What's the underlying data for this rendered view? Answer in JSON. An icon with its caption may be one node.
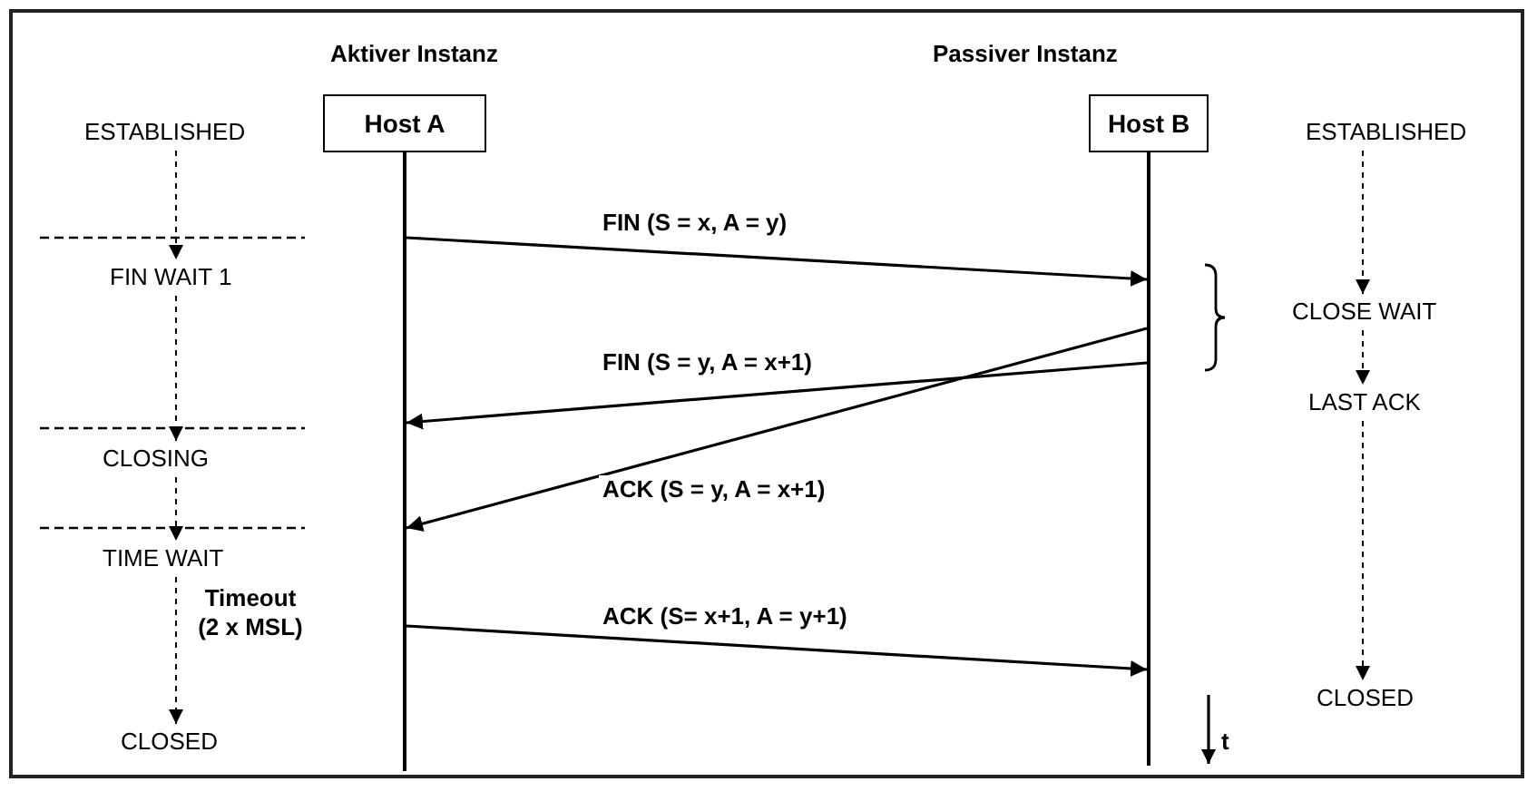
{
  "diagram": {
    "nodes": [
      {
        "text": [
          "Host A"
        ]
      },
      {
        "text": [
          "Host B"
        ]
      },
      {
        "text": [
          "ESTABLISHED"
        ]
      },
      {
        "text": [
          "ESTABLISHED"
        ]
      },
      {
        "text": [
          "FIN WAIT 1"
        ]
      },
      {
        "text": [
          "CLOSE WAIT"
        ]
      },
      {
        "text": [
          "LAST ACK"
        ]
      },
      {
        "text": [
          "CLOSING"
        ]
      },
      {
        "text": [
          "TIME WAIT"
        ]
      },
      {
        "text": [
          "CLOSED"
        ]
      },
      {
        "text": [
          "CLOSED"
        ]
      }
    ],
    "edges": [
      {
        "from": 0,
        "to": 1,
        "arrow": "to",
        "label": "FIN (S = x, A = y)"
      },
      {
        "from": 1,
        "to": 0,
        "arrow": "to",
        "label": "FIN (S = y, A = x+1)"
      },
      {
        "from": 1,
        "to": 0,
        "arrow": "to",
        "label": "ACK (S = y, A = x+1)"
      },
      {
        "from": 0,
        "to": 1,
        "arrow": "to",
        "label": "ACK (S= x+1, A = y+1)"
      },
      {
        "from": 2,
        "to": 4,
        "arrow": "to",
        "style": "dashed"
      },
      {
        "from": 4,
        "to": 7,
        "arrow": "to",
        "style": "dashed"
      },
      {
        "from": 7,
        "to": 8,
        "arrow": "to",
        "style": "dashed"
      },
      {
        "from": 8,
        "to": 9,
        "arrow": "to",
        "style": "dashed",
        "label": "Timeout (2 x MSL)"
      },
      {
        "from": 3,
        "to": 5,
        "arrow": "to",
        "style": "dashed"
      },
      {
        "from": 5,
        "to": 6,
        "arrow": "to",
        "style": "dashed"
      },
      {
        "from": 6,
        "to": 10,
        "arrow": "to",
        "style": "dashed"
      }
    ],
    "labels": [
      "Aktiver Instanz",
      "Passiver Instanz",
      "t"
    ]
  }
}
